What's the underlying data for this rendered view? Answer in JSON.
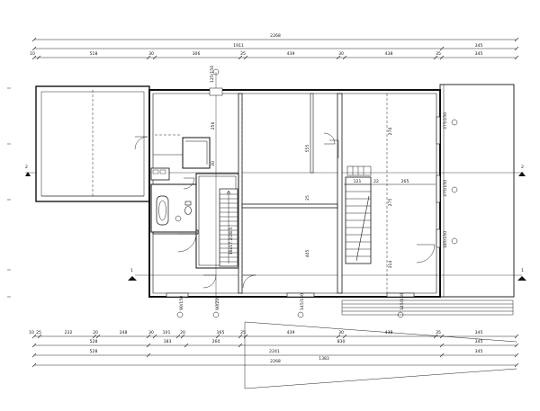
{
  "dimensions": {
    "top_row1": [
      "2268"
    ],
    "top_row2": [
      "1911",
      "345"
    ],
    "top_row3": [
      "10",
      "518",
      "30",
      "306",
      "25",
      "439",
      "30",
      "438",
      "35",
      "345"
    ],
    "bottom_row1": [
      "10",
      "25",
      "232",
      "20",
      "248",
      "30",
      "101",
      "20",
      "165",
      "25",
      "439",
      "30",
      "438",
      "35",
      "345"
    ],
    "bottom_row2": [
      "528",
      "183",
      "260",
      "830",
      "345"
    ],
    "bottom_row3": [
      "528",
      "2241",
      "1383",
      "345"
    ],
    "bottom_row4": [
      "2268"
    ]
  },
  "room_dims": {
    "r1": "256",
    "r2": "30",
    "r3": "555",
    "r4": "25",
    "r5": "405",
    "r6": "270",
    "r7": "275",
    "r8": "314",
    "r9": "121",
    "r10": "22",
    "r11": "265",
    "stair": "16x17.2/28.5"
  },
  "section_marks": {
    "sec2_left": "2",
    "sec2_right": "2",
    "sec1_left": "1",
    "sec1_right": "1"
  },
  "windows": {
    "w_top": "125/150",
    "w_r1": "375/150",
    "w_r2": "375/150",
    "w_r3": "185/150",
    "w_b1": "90/150",
    "w_b2": "90/210",
    "w_b3": "145/150",
    "w_b4": "145/150"
  }
}
